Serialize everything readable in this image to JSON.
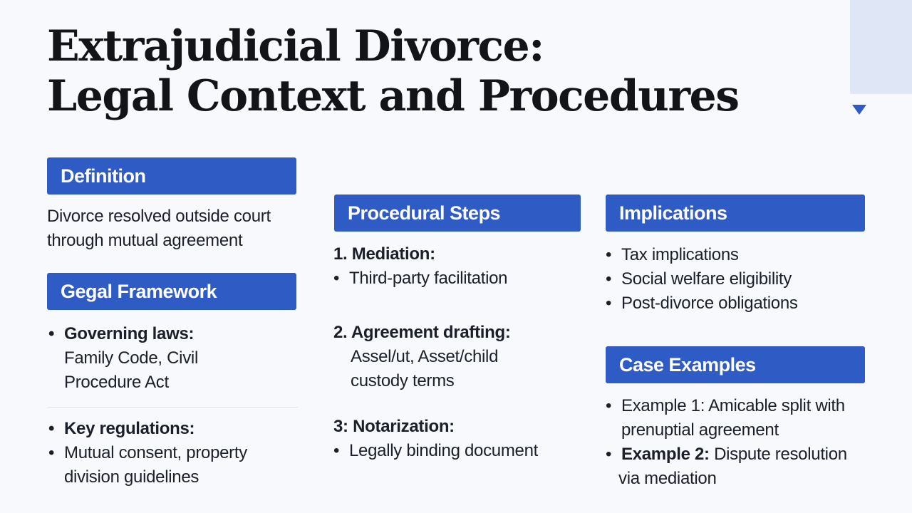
{
  "title": {
    "line1": "Extrajudicial Divorce:",
    "line2": "Legal Context and Procedures"
  },
  "definition": {
    "header": "Definition",
    "line1": "Divorce resolved outside court",
    "line2": "through mutual agreement"
  },
  "legal_framework": {
    "header": "Gegal Framework",
    "governing_label": "Governing laws:",
    "governing_line1": "Family Code, Civil",
    "governing_line2": "Procedure Act",
    "key_label": "Key regulations:",
    "key_line1": "Mutual consent, property",
    "key_line2": "division guidelines"
  },
  "procedural_steps": {
    "header": "Procedural Steps",
    "step1_label": "1. Mediation:",
    "step1_item": "Third-party facilitation",
    "step2_label": "2. Agreement drafting:",
    "step2_line1": "Assel/ut, Asset/child",
    "step2_line2": "custody terms",
    "step3_label": "3: Notarization:",
    "step3_item": "Legally binding document"
  },
  "implications": {
    "header": "Implications",
    "items": [
      "Tax implications",
      "Social welfare eligibility",
      "Post-divorce obligations"
    ]
  },
  "case_examples": {
    "header": "Case Examples",
    "ex1_line1": "Example 1: Amicable split with",
    "ex1_line2": "prenuptial agreement",
    "ex2_label": "Example 2:",
    "ex2_rest": " Dispute resolution",
    "ex2_line2": "via mediation"
  }
}
